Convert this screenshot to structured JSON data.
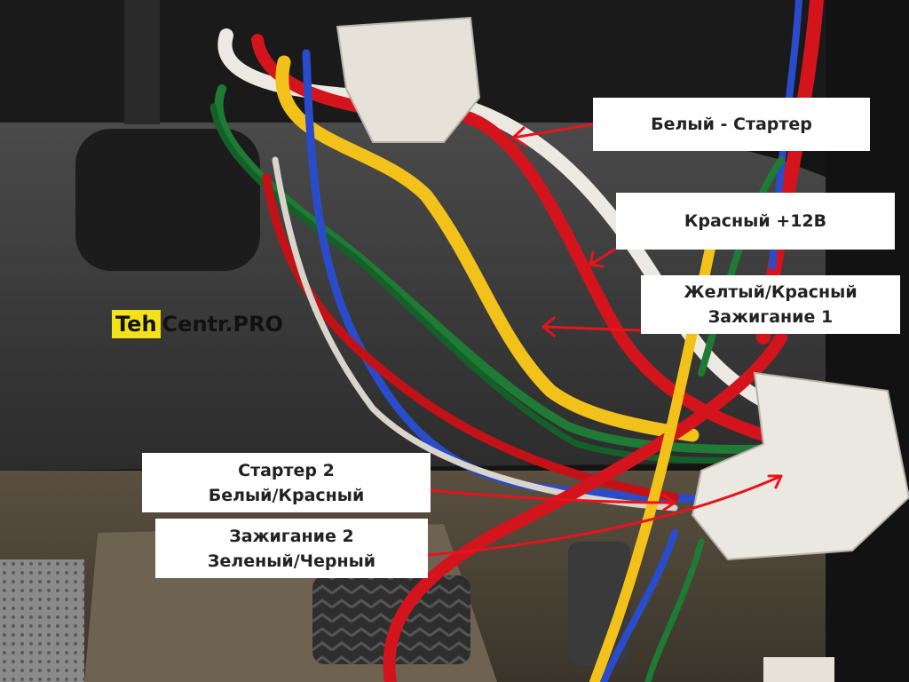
{
  "labels": {
    "starter": [
      "Белый - Стартер"
    ],
    "red12": [
      "Красный +12В"
    ],
    "yellow": [
      "Желтый/Красный",
      "Зажигание 1"
    ],
    "starter2": [
      "Стартер 2",
      "Белый/Красный"
    ],
    "ignition2": [
      "Зажигание 2",
      "Зеленый/Черный"
    ]
  },
  "watermark": {
    "part1": "Teh",
    "part2": "Centr.PRO",
    "highlight_color": "#f2e21a"
  },
  "colors": {
    "arrow": "#e8141c",
    "wire_white": "#ece9e3",
    "wire_red": "#d4141c",
    "wire_yellow": "#f2c21a",
    "wire_green": "#1e7a34",
    "wire_blue": "#2a4ccc"
  }
}
